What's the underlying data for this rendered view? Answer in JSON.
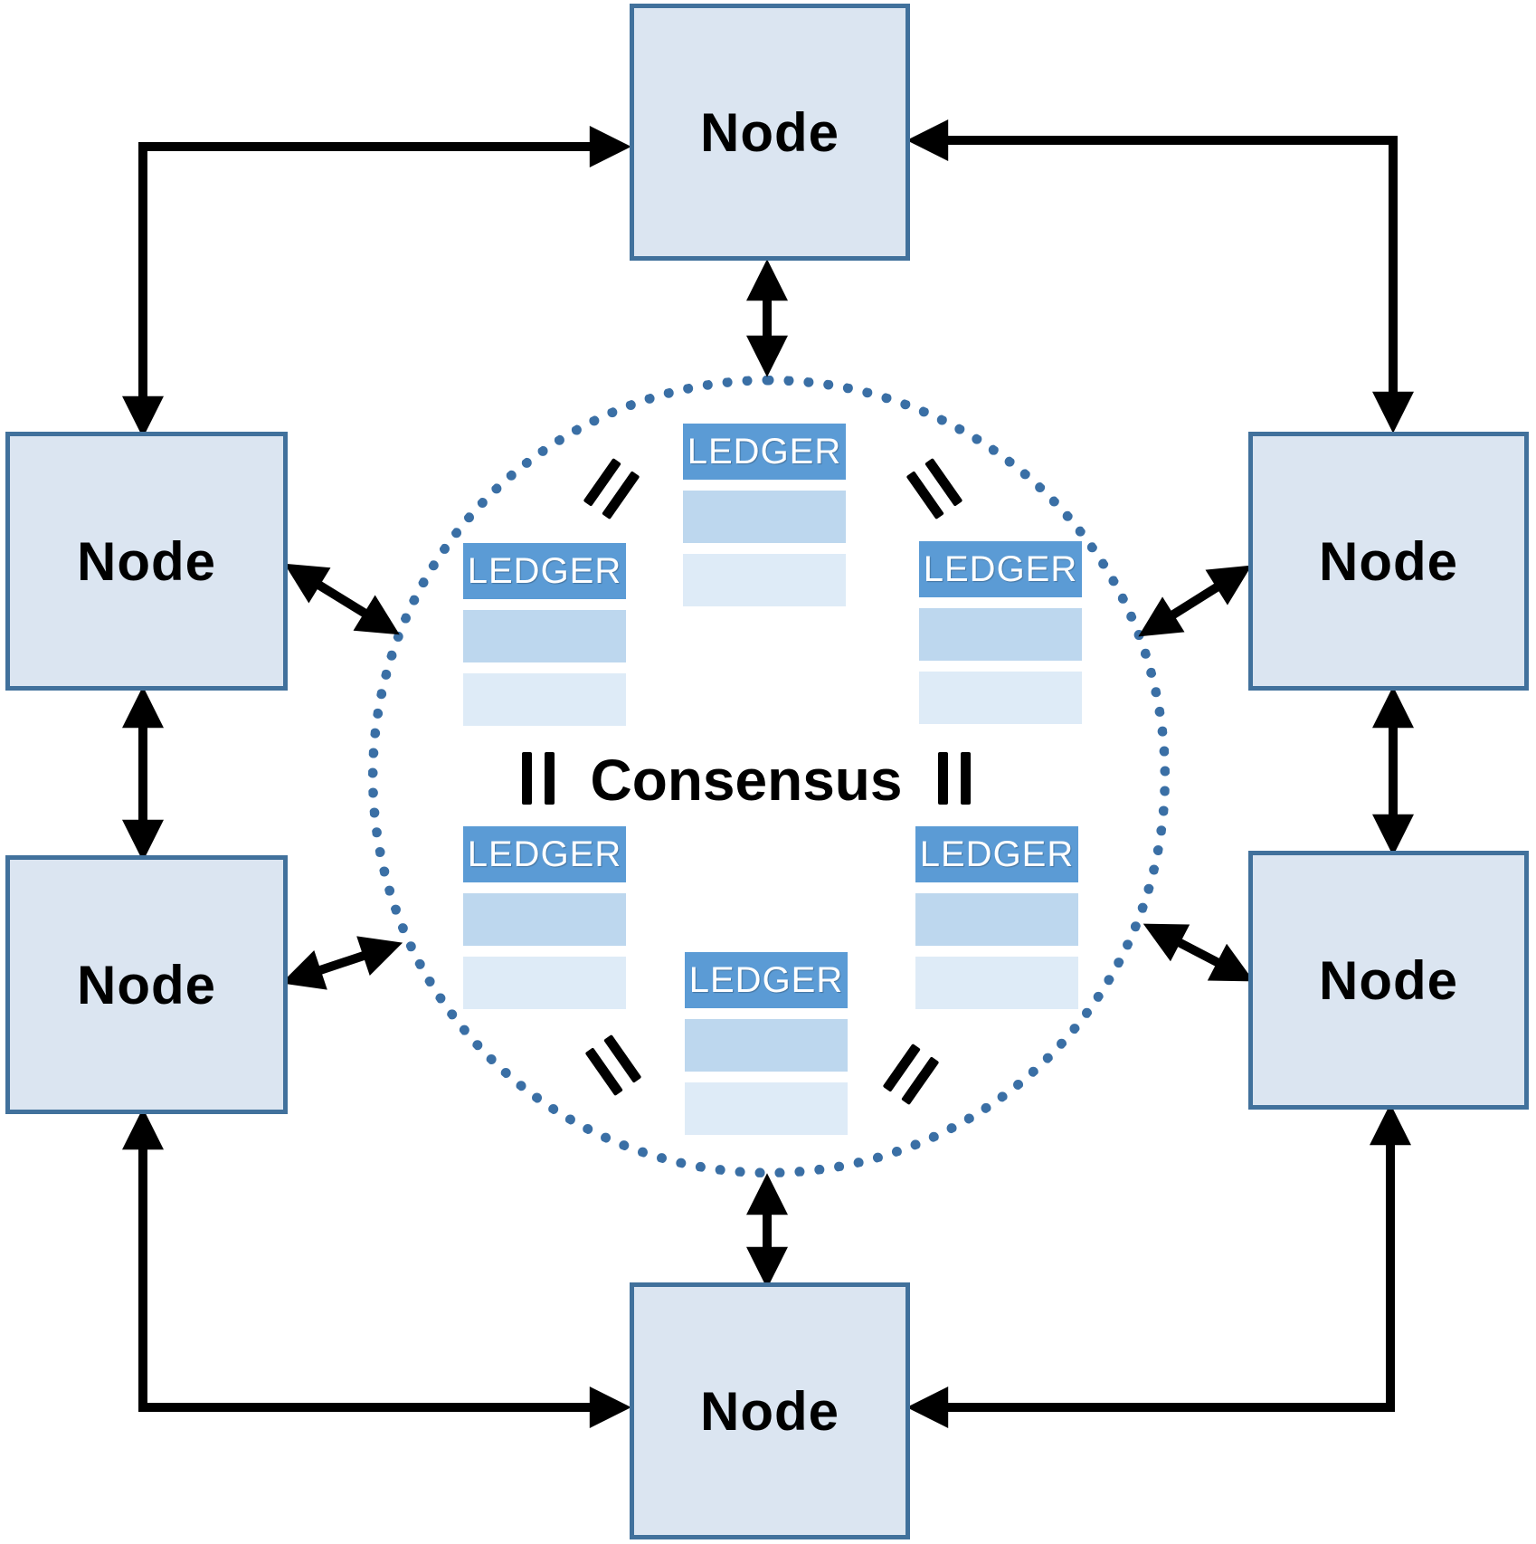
{
  "diagram": {
    "kind": "distributed-ledger-consensus-network",
    "center_label": "Consensus",
    "equals_symbol": "=",
    "node_count": 6,
    "ledger_count": 6
  },
  "nodes": [
    {
      "id": "top",
      "label": "Node"
    },
    {
      "id": "left-upper",
      "label": "Node"
    },
    {
      "id": "right-upper",
      "label": "Node"
    },
    {
      "id": "left-lower",
      "label": "Node"
    },
    {
      "id": "right-lower",
      "label": "Node"
    },
    {
      "id": "bottom",
      "label": "Node"
    }
  ],
  "ledgers": [
    {
      "id": "top",
      "label": "LEDGER",
      "rows": 2
    },
    {
      "id": "upper-left",
      "label": "LEDGER",
      "rows": 2
    },
    {
      "id": "upper-right",
      "label": "LEDGER",
      "rows": 2
    },
    {
      "id": "lower-left",
      "label": "LEDGER",
      "rows": 2
    },
    {
      "id": "lower-right",
      "label": "LEDGER",
      "rows": 2
    },
    {
      "id": "bottom",
      "label": "LEDGER",
      "rows": 2
    }
  ],
  "connections": [
    {
      "from": "node-top",
      "to": "consensus-circle",
      "type": "double-arrow"
    },
    {
      "from": "node-bottom",
      "to": "consensus-circle",
      "type": "double-arrow"
    },
    {
      "from": "node-left-upper",
      "to": "consensus-circle",
      "type": "double-arrow"
    },
    {
      "from": "node-left-lower",
      "to": "consensus-circle",
      "type": "double-arrow"
    },
    {
      "from": "node-right-upper",
      "to": "consensus-circle",
      "type": "double-arrow"
    },
    {
      "from": "node-right-lower",
      "to": "consensus-circle",
      "type": "double-arrow"
    },
    {
      "from": "node-left-upper",
      "to": "node-left-lower",
      "type": "double-arrow"
    },
    {
      "from": "node-right-upper",
      "to": "node-right-lower",
      "type": "double-arrow"
    },
    {
      "from": "node-left-upper",
      "to": "node-top",
      "type": "double-arrow-elbow"
    },
    {
      "from": "node-right-upper",
      "to": "node-top",
      "type": "double-arrow-elbow"
    },
    {
      "from": "node-left-lower",
      "to": "node-bottom",
      "type": "double-arrow-elbow"
    },
    {
      "from": "node-right-lower",
      "to": "node-bottom",
      "type": "double-arrow-elbow"
    }
  ],
  "colors": {
    "node_fill": "#dbe5f1",
    "node_border": "#41719c",
    "ledger_header": "#5b9bd5",
    "ledger_header_text": "#ffffff",
    "ledger_row_1": "#bdd7ee",
    "ledger_row_2": "#deebf7",
    "circle_dots": "#3a6fa5",
    "arrow": "#000000",
    "text": "#000000",
    "background": "#ffffff"
  }
}
